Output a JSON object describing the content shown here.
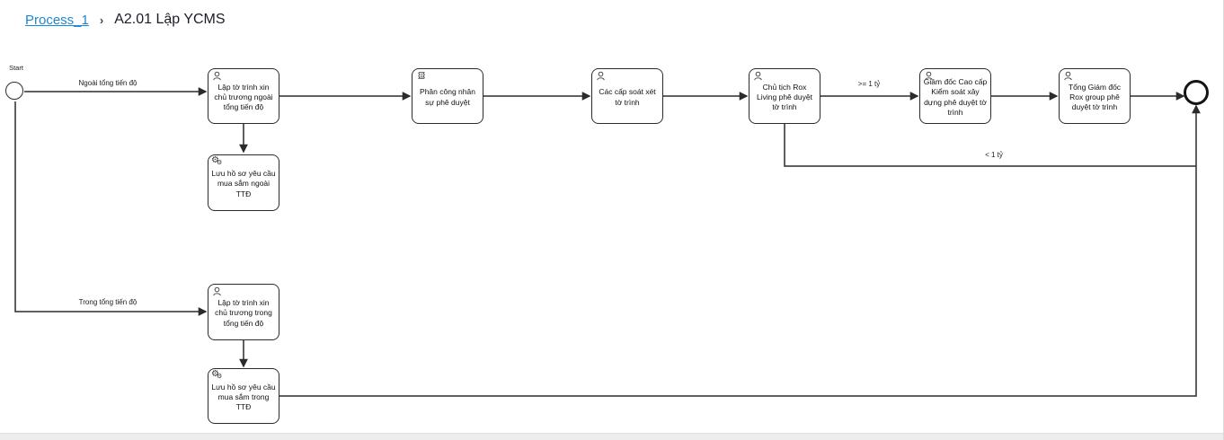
{
  "breadcrumb": {
    "process_link": "Process_1",
    "separator": "›",
    "current": "A2.01 Lập YCMS"
  },
  "colors": {
    "link_blue": "#1e88d2",
    "line": "#2b2b2b"
  },
  "icons": {
    "service_gear": "⚙"
  },
  "diagram": {
    "start_label": "Start",
    "nodes": [
      {
        "id": "task-create-proposal-outside",
        "type": "user",
        "label": "Lập tờ trình xin chủ trương ngoài tổng tiến độ"
      },
      {
        "id": "task-save-record-outside",
        "type": "service",
        "label": "Lưu hồ sơ yêu cầu mua sắm ngoài TTĐ"
      },
      {
        "id": "task-assign-approvers",
        "type": "script",
        "label": "Phân công nhân sự phê duyệt"
      },
      {
        "id": "task-review-proposal",
        "type": "user",
        "label": "Các cấp soát xét tờ trình"
      },
      {
        "id": "task-chairman-approve",
        "type": "user",
        "label": "Chủ tịch Rox Living phê duyệt tờ trình"
      },
      {
        "id": "task-senior-director-approve",
        "type": "user",
        "label": "Giám đốc Cao cấp Kiểm soát xây dựng phê duyệt tờ trình"
      },
      {
        "id": "task-ceo-approve",
        "type": "user",
        "label": "Tổng Giám đốc Rox group phê duyệt tờ trình"
      },
      {
        "id": "task-create-proposal-inside",
        "type": "user",
        "label": "Lập tờ trình xin chủ trương trong tổng tiến độ"
      },
      {
        "id": "task-save-record-inside",
        "type": "service",
        "label": "Lưu hồ sơ yêu cầu mua sắm trong TTĐ"
      }
    ],
    "edge_labels": {
      "outside_schedule": "Ngoài tổng tiến độ",
      "inside_schedule": "Trong tổng tiến độ",
      "gte_1_billion": ">= 1 tỷ",
      "lt_1_billion": "< 1 tỷ"
    }
  }
}
